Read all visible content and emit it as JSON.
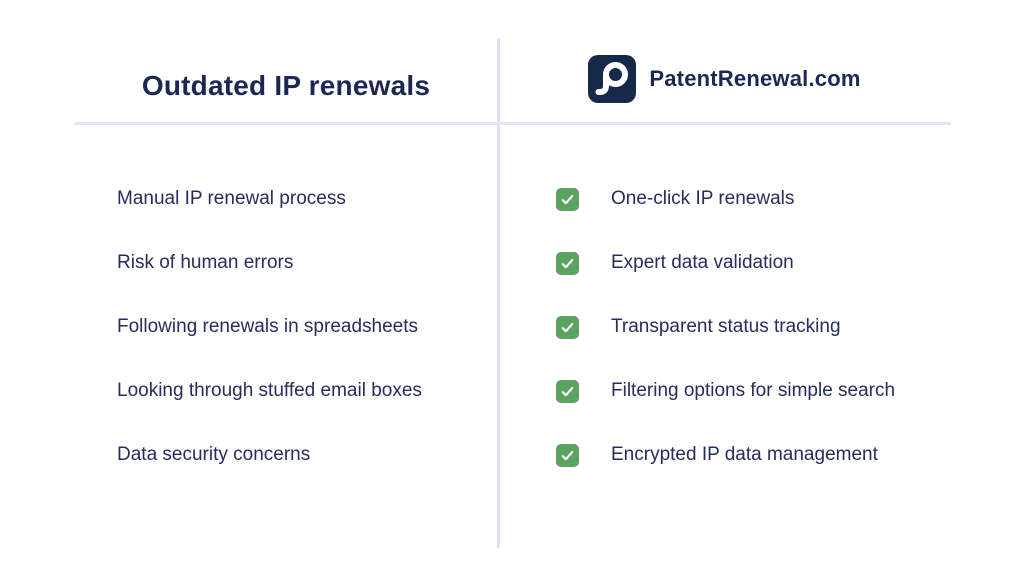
{
  "comparison": {
    "left": {
      "title": "Outdated IP renewals",
      "items": [
        "Manual IP renewal process",
        "Risk of human errors",
        "Following renewals in spreadsheets",
        "Looking through stuffed email boxes",
        "Data security concerns"
      ]
    },
    "right": {
      "brand": "PatentRenewal.com",
      "items": [
        "One-click IP renewals",
        "Expert data validation",
        "Transparent status tracking",
        "Filtering options for simple search",
        "Encrypted IP data management"
      ]
    }
  },
  "icons": {
    "logo": "magnifier-p-logo",
    "check": "checkmark"
  },
  "colors": {
    "heading_navy": "#1d2754",
    "body_navy": "#242e5c",
    "logo_navy": "#15294b",
    "check_green": "#5ca360",
    "divider_lavender": "#e6def8",
    "background": "#ffffff"
  }
}
